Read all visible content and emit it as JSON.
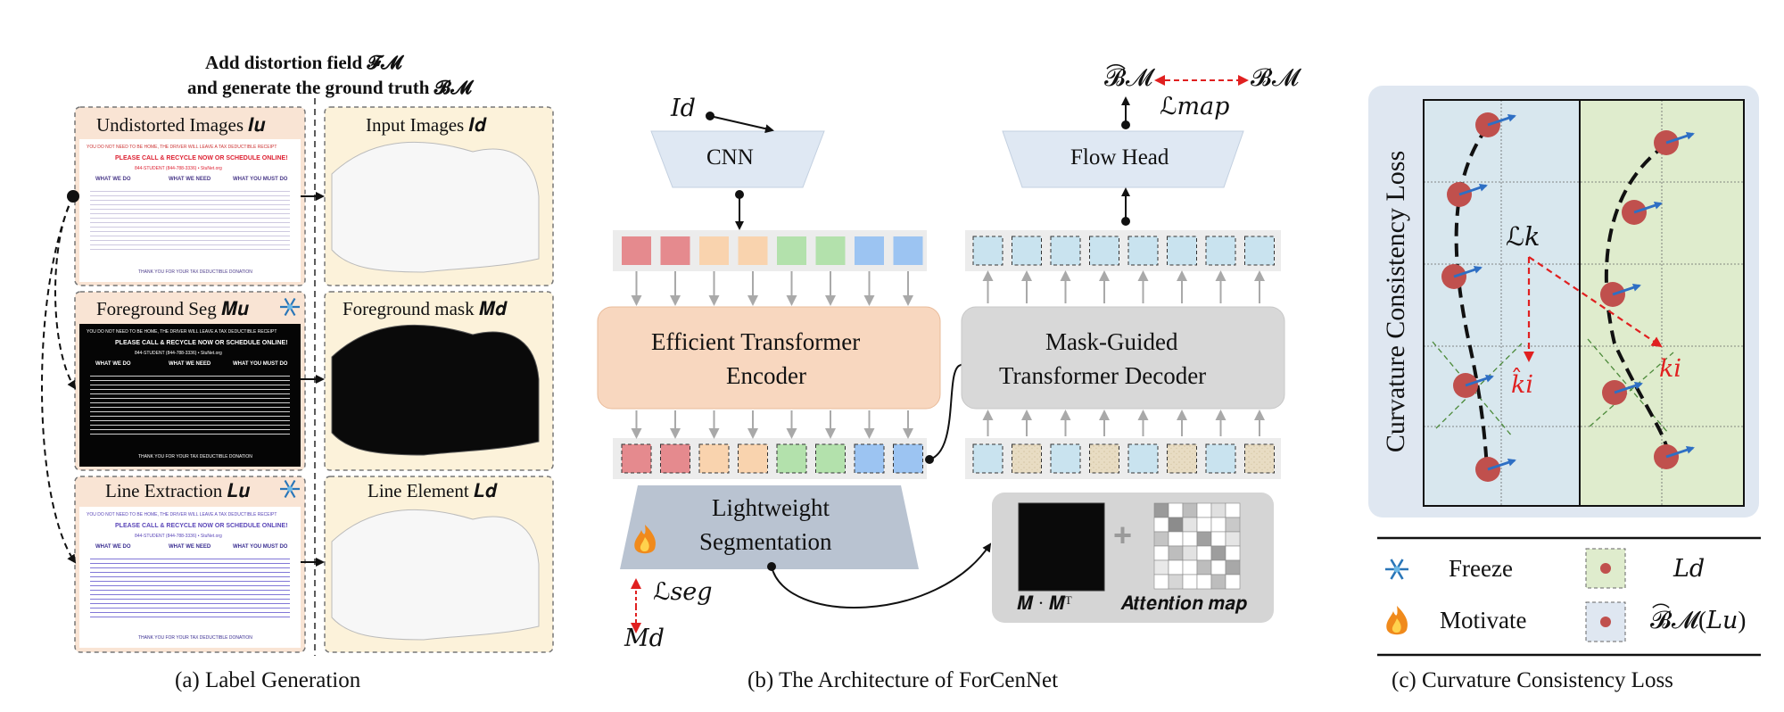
{
  "panel_a": {
    "header_line1": "Add distortion field 𝓕𝓜",
    "header_line2": "and generate the ground truth 𝓑𝓜",
    "undistorted": "Undistorted Images 𝑰𝒖",
    "input": "Input Images 𝑰𝒅",
    "fg_seg": "Foreground Seg 𝑴𝒖",
    "fg_mask": "Foreground mask 𝑴𝒅",
    "line_extraction": "Line Extraction 𝑳𝒖",
    "line_element": "Line Element 𝑳𝒅",
    "doc_text": {
      "top_line": "YOU DO NOT NEED TO BE HOME, THE DRIVER WILL LEAVE A TAX DEDUCTIBLE RECEIPT",
      "headline": "PLEASE CALL & RECYCLE NOW OR SCHEDULE ONLINE!",
      "phone": "844-STUDENT (844-788-3336)  •  StuNet.org",
      "col1": "WHAT WE DO",
      "col2": "WHAT WE NEED",
      "col3": "WHAT YOU MUST DO",
      "footer": "THANK YOU FOR YOUR TAX DEDUCTIBLE DONATION"
    },
    "caption": "(a) Label Generation"
  },
  "panel_b": {
    "id_label": "𝐼𝑑",
    "cnn": "CNN",
    "encoder_line1": "Efficient Transformer",
    "encoder_line2": "Encoder",
    "seg_line1": "Lightweight",
    "seg_line2": "Segmentation",
    "lseg": "ℒ𝑠𝑒𝑔",
    "md": "𝑀𝑑",
    "flow_head": "Flow Head",
    "decoder_line1": "Mask-Guided",
    "decoder_line2": "Transformer Decoder",
    "bm_hat": "𝓑𝓜",
    "bm": "𝓑𝓜",
    "lmap": "ℒ𝑚𝑎𝑝",
    "m_mt": "𝑴 · 𝑴ᵀ",
    "attention_map": "𝑨𝒕𝒕𝒆𝒏𝒕𝒊𝒐𝒏 𝒎𝒂𝒑",
    "plus": "+",
    "caption": "(b) The Architecture of ForCenNet"
  },
  "panel_c": {
    "vertical_title": "Curvature Consistency Loss",
    "lk": "ℒ𝑘",
    "k_hat": "𝑘̂𝑖",
    "k": "𝑘𝑖",
    "legend": {
      "freeze": "Freeze",
      "motivate": "Motivate",
      "ld": "𝐿𝑑",
      "bm_lu": "𝓑𝓜(𝐿𝑢)"
    },
    "caption": "(c) Curvature Consistency Loss"
  },
  "icons": {
    "freeze": "snowflake-icon",
    "motivate": "flame-icon"
  },
  "colors": {
    "panel_a_bg": "#f9e4d4",
    "panel_a_bg2": "#fcf2da",
    "encoder": "#f8d7bf",
    "decoder": "#d8d8d8",
    "cnn": "#dfe8f3",
    "seg": "#b9c3d1",
    "token_red": "#e58a8e",
    "token_orange": "#f9d3ae",
    "token_green": "#b3e1ac",
    "token_blue": "#9cc4f2",
    "token_light_blue": "#c9e3ef",
    "token_beige": "#e6d9bf",
    "grid_left": "#d8e7ee",
    "grid_right": "#dfeccd",
    "dot": "#c0504d",
    "arrow_blue": "#2e6fc4",
    "arrow_red": "#e02020"
  }
}
